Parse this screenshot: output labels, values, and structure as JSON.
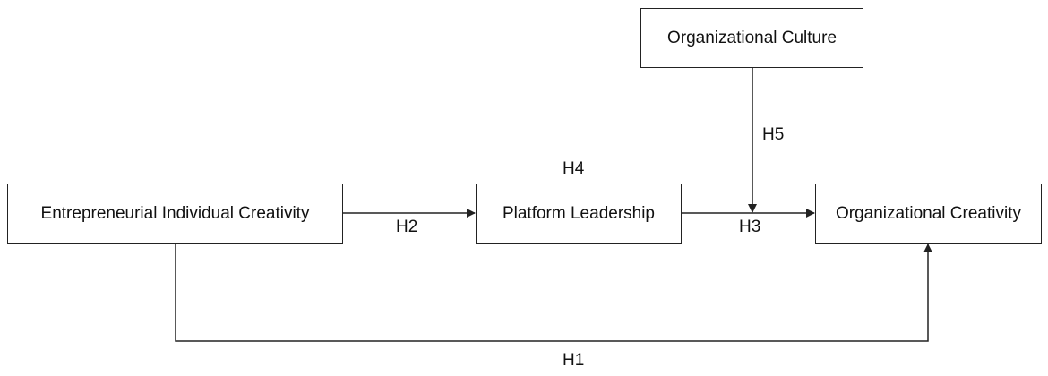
{
  "nodes": {
    "organizational_culture": "Organizational Culture",
    "entrepreneurial_individual_creativity": "Entrepreneurial Individual Creativity",
    "platform_leadership": "Platform Leadership",
    "organizational_creativity": "Organizational Creativity"
  },
  "hypotheses": {
    "h1": "H1",
    "h2": "H2",
    "h3": "H3",
    "h4": "H4",
    "h5": "H5"
  },
  "colors": {
    "stroke": "#222222",
    "background": "#ffffff"
  }
}
